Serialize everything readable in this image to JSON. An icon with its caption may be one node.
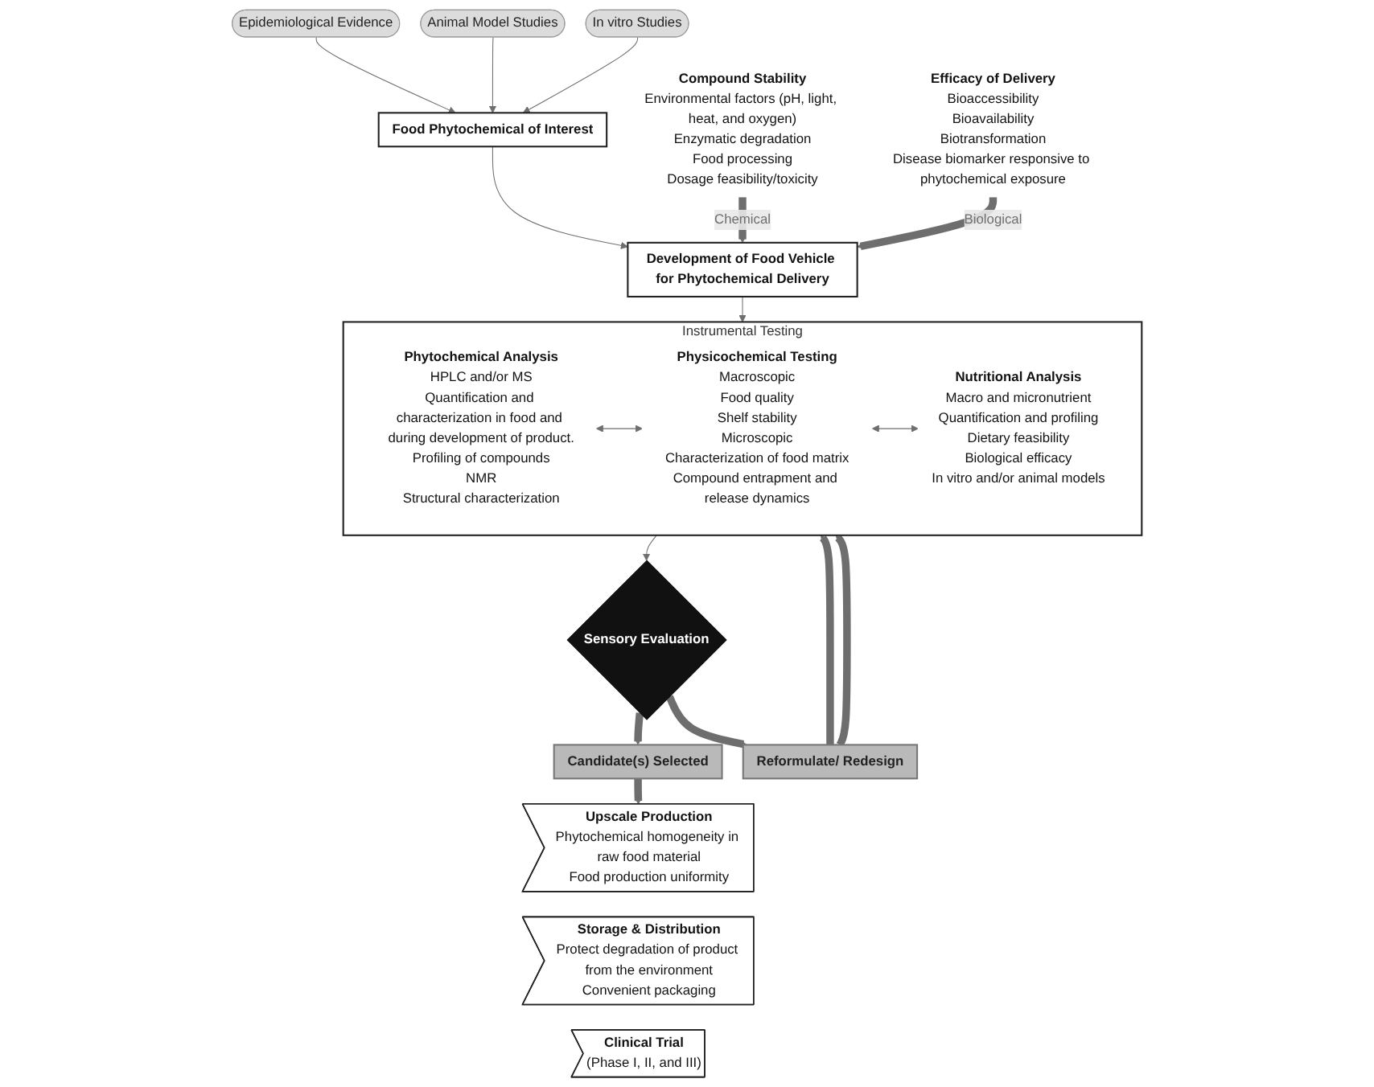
{
  "diagram": {
    "nodes": [
      {
        "text": [
          "Epidemiological Evidence"
        ]
      },
      {
        "text": [
          "Animal Model Studies"
        ]
      },
      {
        "text": [
          "In vitro Studies"
        ]
      },
      {
        "text": [
          "Food Phytochemical of Interest"
        ]
      },
      {
        "text": [
          "Compound Stability",
          "Environmental factors (pH, light, heat, and oxygen)",
          "Enzymatic degradation",
          "Food processing",
          "Dosage feasibility/toxicity"
        ]
      },
      {
        "text": [
          "Development of Food Vehicle for Phytochemical Delivery"
        ]
      },
      {
        "text": [
          "Efficacy of Delivery",
          "Bioaccessibility",
          "Bioavailability",
          "Biotransformation",
          "Disease biomarker responsive to phytochemical exposure"
        ]
      },
      {
        "text": [
          "Instrumental Testing"
        ]
      },
      {
        "text": [
          "Phytochemical Analysis",
          "HPLC and/or MS",
          "Quantification and characterization in food and during development of product.",
          "Profiling of compounds",
          "NMR",
          "Structural characterization"
        ],
        "in": 7
      },
      {
        "text": [
          "Physicochemical Testing",
          "Macroscopic",
          "Food quality",
          "Shelf stability",
          "Microscopic",
          "Characterization of food matrix",
          "Compound entrapment and release dynamics"
        ],
        "in": 7
      },
      {
        "text": [
          "Nutritional Analysis",
          "Macro and micronutrient",
          "Quantification and profiling",
          "Dietary feasibility",
          "Biological efficacy",
          "In vitro and/or animal models"
        ],
        "in": 7
      },
      {
        "text": [
          "Candidate(s) Selected"
        ]
      },
      {
        "text": [
          "Sensory Evaluation"
        ]
      },
      {
        "text": [
          "Reformulate/ Redesign"
        ]
      },
      {
        "text": [
          "Upscale Production",
          "Phytochemical homogeneity in raw food material",
          "Food production uniformity"
        ]
      },
      {
        "text": [
          "Storage & Distribution",
          "Protect degradation of product from the environment",
          "Convenient packaging"
        ]
      },
      {
        "text": [
          "Clinical Trial",
          "(Phase I, II, and III)"
        ]
      }
    ],
    "edges": [
      {
        "from": 0,
        "to": 3,
        "arrow": "to"
      },
      {
        "from": 1,
        "to": 3,
        "arrow": "to"
      },
      {
        "from": 2,
        "to": 3,
        "arrow": "to"
      },
      {
        "from": 3,
        "to": 5,
        "arrow": "to"
      },
      {
        "from": 4,
        "to": 5,
        "arrow": "to",
        "label": "Chemical",
        "style": "thick"
      },
      {
        "from": 6,
        "to": 5,
        "arrow": "to",
        "label": "Biological",
        "style": "thick"
      },
      {
        "from": 5,
        "to": 7,
        "arrow": "to"
      },
      {
        "from": 8,
        "to": 9,
        "arrow": "both"
      },
      {
        "from": 9,
        "to": 10,
        "arrow": "both"
      },
      {
        "from": 7,
        "to": 12,
        "arrow": "to"
      },
      {
        "from": 12,
        "to": 11,
        "arrow": "to",
        "style": "thick"
      },
      {
        "from": 12,
        "to": 13,
        "arrow": "to",
        "style": "thick"
      },
      {
        "from": 13,
        "to": 7,
        "arrow": "to",
        "style": "thick"
      },
      {
        "from": 13,
        "to": 7,
        "arrow": "to",
        "style": "thick"
      },
      {
        "from": 11,
        "to": 14,
        "arrow": "to",
        "style": "thick"
      }
    ]
  }
}
